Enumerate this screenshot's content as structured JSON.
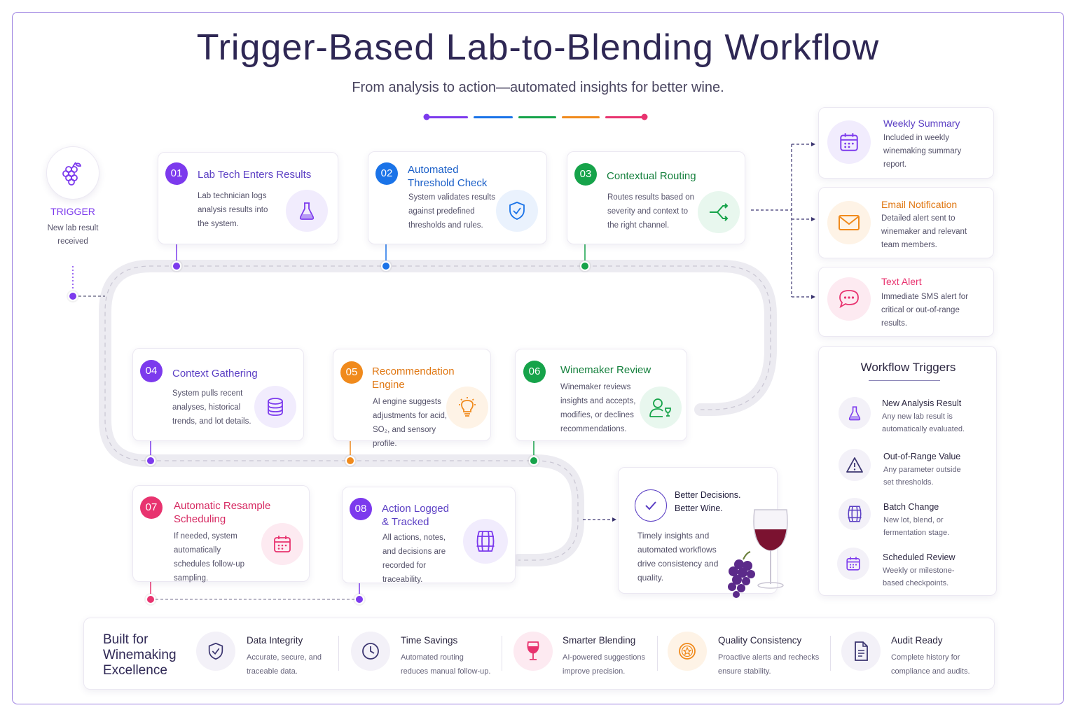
{
  "header": {
    "title": "Trigger-Based Lab-to-Blending Workflow",
    "subtitle": "From analysis to action—automated insights for better wine."
  },
  "colors": {
    "purple": "#7c3aed",
    "blue": "#1a73e8",
    "green": "#16a34a",
    "orange": "#f08a1c",
    "pink": "#e8336f",
    "violet": "#5b3fc4",
    "navy": "#2e2754"
  },
  "trigger": {
    "icon": "grapes-icon",
    "label": "TRIGGER",
    "desc": "New lab result received"
  },
  "steps": [
    {
      "num": "01",
      "title": "Lab Tech Enters Results",
      "desc": "Lab technician logs analysis results into the system.",
      "icon": "flask-icon"
    },
    {
      "num": "02",
      "title": "Automated Threshold Check",
      "desc": "System validates results against predefined thresholds and rules.",
      "icon": "shield-check-icon"
    },
    {
      "num": "03",
      "title": "Contextual Routing",
      "desc": "Routes results based on severity and context to the right channel.",
      "icon": "routing-arrows-icon"
    },
    {
      "num": "04",
      "title": "Context Gathering",
      "desc": "System pulls recent analyses, historical trends, and lot details.",
      "icon": "database-icon"
    },
    {
      "num": "05",
      "title": "Recommendation Engine",
      "desc": "AI engine suggests adjustments for acid, SO₂, and sensory profile.",
      "icon": "lightbulb-icon"
    },
    {
      "num": "06",
      "title": "Winemaker Review",
      "desc": "Winemaker reviews insights and accepts, modifies, or declines recommendations.",
      "icon": "winemaker-icon"
    },
    {
      "num": "07",
      "title": "Automatic Resample Scheduling",
      "desc": "If needed, system automatically schedules follow-up sampling.",
      "icon": "calendar-icon"
    },
    {
      "num": "08",
      "title": "Action Logged & Tracked",
      "desc": "All actions, notes, and decisions are recorded for traceability.",
      "icon": "barrel-icon"
    }
  ],
  "outcome": {
    "headline": "Better Decisions. Better Wine.",
    "desc": "Timely insights and automated workflows drive consistency and quality.",
    "icon": "check-circle-icon"
  },
  "channels": [
    {
      "title": "Weekly Summary",
      "desc": "Included in weekly winemaking summary report.",
      "icon": "calendar-icon"
    },
    {
      "title": "Email Notification",
      "desc": "Detailed alert sent to winemaker and relevant team members.",
      "icon": "envelope-icon"
    },
    {
      "title": "Text Alert",
      "desc": "Immediate SMS alert for critical or out-of-range results.",
      "icon": "chat-bubble-icon"
    }
  ],
  "workflow_triggers": {
    "heading": "Workflow Triggers",
    "items": [
      {
        "title": "New Analysis Result",
        "desc": "Any new lab result is automatically evaluated.",
        "icon": "flask-icon"
      },
      {
        "title": "Out-of-Range Value",
        "desc": "Any parameter outside set thresholds.",
        "icon": "warning-icon"
      },
      {
        "title": "Batch Change",
        "desc": "New lot, blend, or fermentation stage.",
        "icon": "barrel-icon"
      },
      {
        "title": "Scheduled Review",
        "desc": "Weekly or milestone-based checkpoints.",
        "icon": "calendar-icon"
      }
    ]
  },
  "footer": {
    "heading": "Built for Winemaking Excellence",
    "features": [
      {
        "title": "Data Integrity",
        "desc": "Accurate, secure, and traceable data.",
        "icon": "shield-check-icon"
      },
      {
        "title": "Time Savings",
        "desc": "Automated routing reduces manual follow-up.",
        "icon": "clock-icon"
      },
      {
        "title": "Smarter Blending",
        "desc": "AI-powered suggestions improve precision.",
        "icon": "wine-glass-icon"
      },
      {
        "title": "Quality Consistency",
        "desc": "Proactive alerts and rechecks ensure stability.",
        "icon": "quality-badge-icon"
      },
      {
        "title": "Audit Ready",
        "desc": "Complete history for compliance and audits.",
        "icon": "document-icon"
      }
    ]
  }
}
